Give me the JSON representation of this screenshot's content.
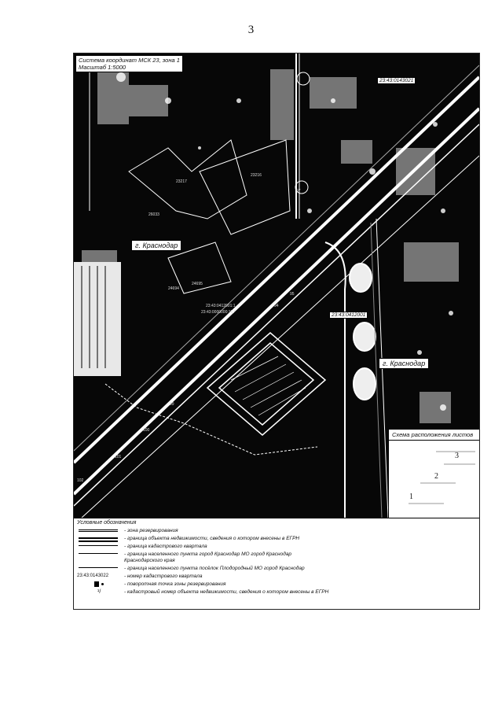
{
  "page_number": "3",
  "map": {
    "coord_system": "Система координат МСК 23, зона 1",
    "scale": "Масштаб 1:5000",
    "city_label_1": "г. Краснодар",
    "city_label_2": "г. Краснодар",
    "quarter_1": "23:43:0143021",
    "quarter_2": "23:43:0412001",
    "parcel_labels": [
      "23217",
      "23216",
      "26033",
      "24695",
      "24694",
      "23:43:0412001:1",
      "23:43:0000000:197",
      "99",
      "100",
      "101",
      "102",
      "94",
      "95",
      "97"
    ]
  },
  "inset": {
    "title": "Схема расположения листов",
    "sheets": [
      "3",
      "2",
      "1"
    ]
  },
  "legend": {
    "title": "Условные обозначения",
    "items": [
      "- зона резервирования",
      "- граница объекта недвижимости, сведения о котором внесены в ЕГРН",
      "- граница кадастрового квартала",
      "- граница населенного пункта город Краснодар МО город Краснодар Краснодарского края",
      "- граница населенного пункта посёлок Плодородный МО город Краснодар",
      "- номер кадастрового квартала",
      "- поворотная точка зоны резервирования",
      "- кадастровый номер объекта недвижимости, сведения о котором внесены в ЕГРН"
    ],
    "quarter_sample": "23:43:0143022"
  }
}
